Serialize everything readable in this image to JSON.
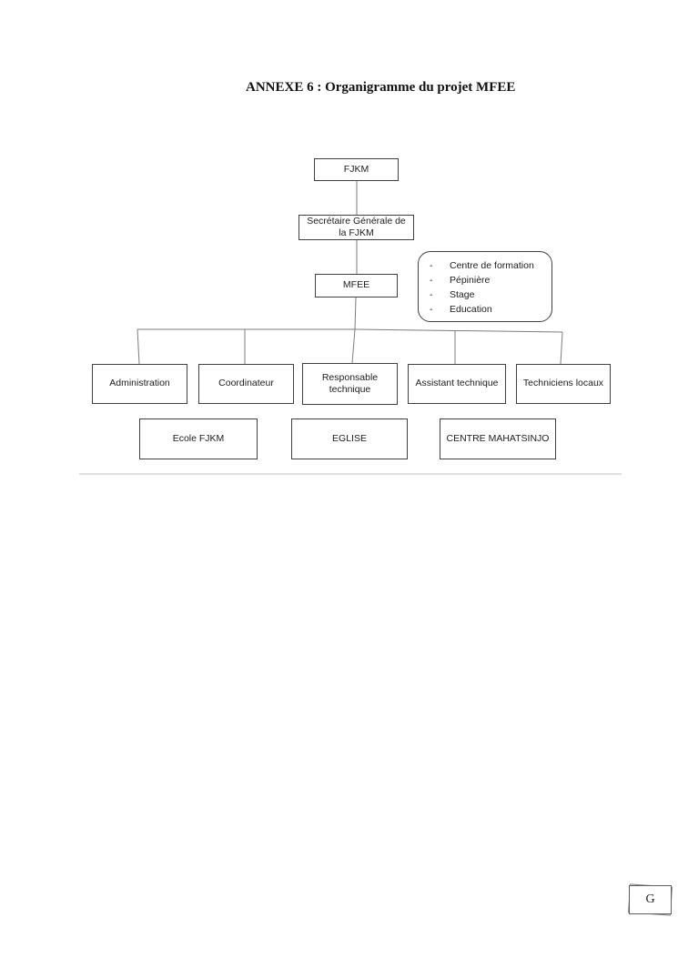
{
  "page": {
    "title": "ANNEXE 6 : Organigramme du projet MFEE",
    "footer_letter": "G"
  },
  "org_chart": {
    "nodes": {
      "fjkm": "FJKM",
      "secretaire_generale": "Secrétaire Générale de la FJKM",
      "mfee": "MFEE",
      "administration": "Administration",
      "coordinateur": "Coordinateur",
      "responsable_technique": "Responsable technique",
      "assistant_technique": "Assistant technique",
      "techniciens_locaux": "Techniciens locaux",
      "ecole_fjkm": "Ecole FJKM",
      "eglise": "EGLISE",
      "centre_mahatsinjo": "CENTRE MAHATSINJO"
    },
    "annotation": {
      "bullet": "-",
      "items": [
        "Centre de formation",
        "Pépinière",
        "Stage",
        "Education"
      ]
    }
  },
  "colors": {
    "box_border": "#404040",
    "connector_line": "#7d7d7d",
    "faint_rule": "#e0e0e0"
  }
}
